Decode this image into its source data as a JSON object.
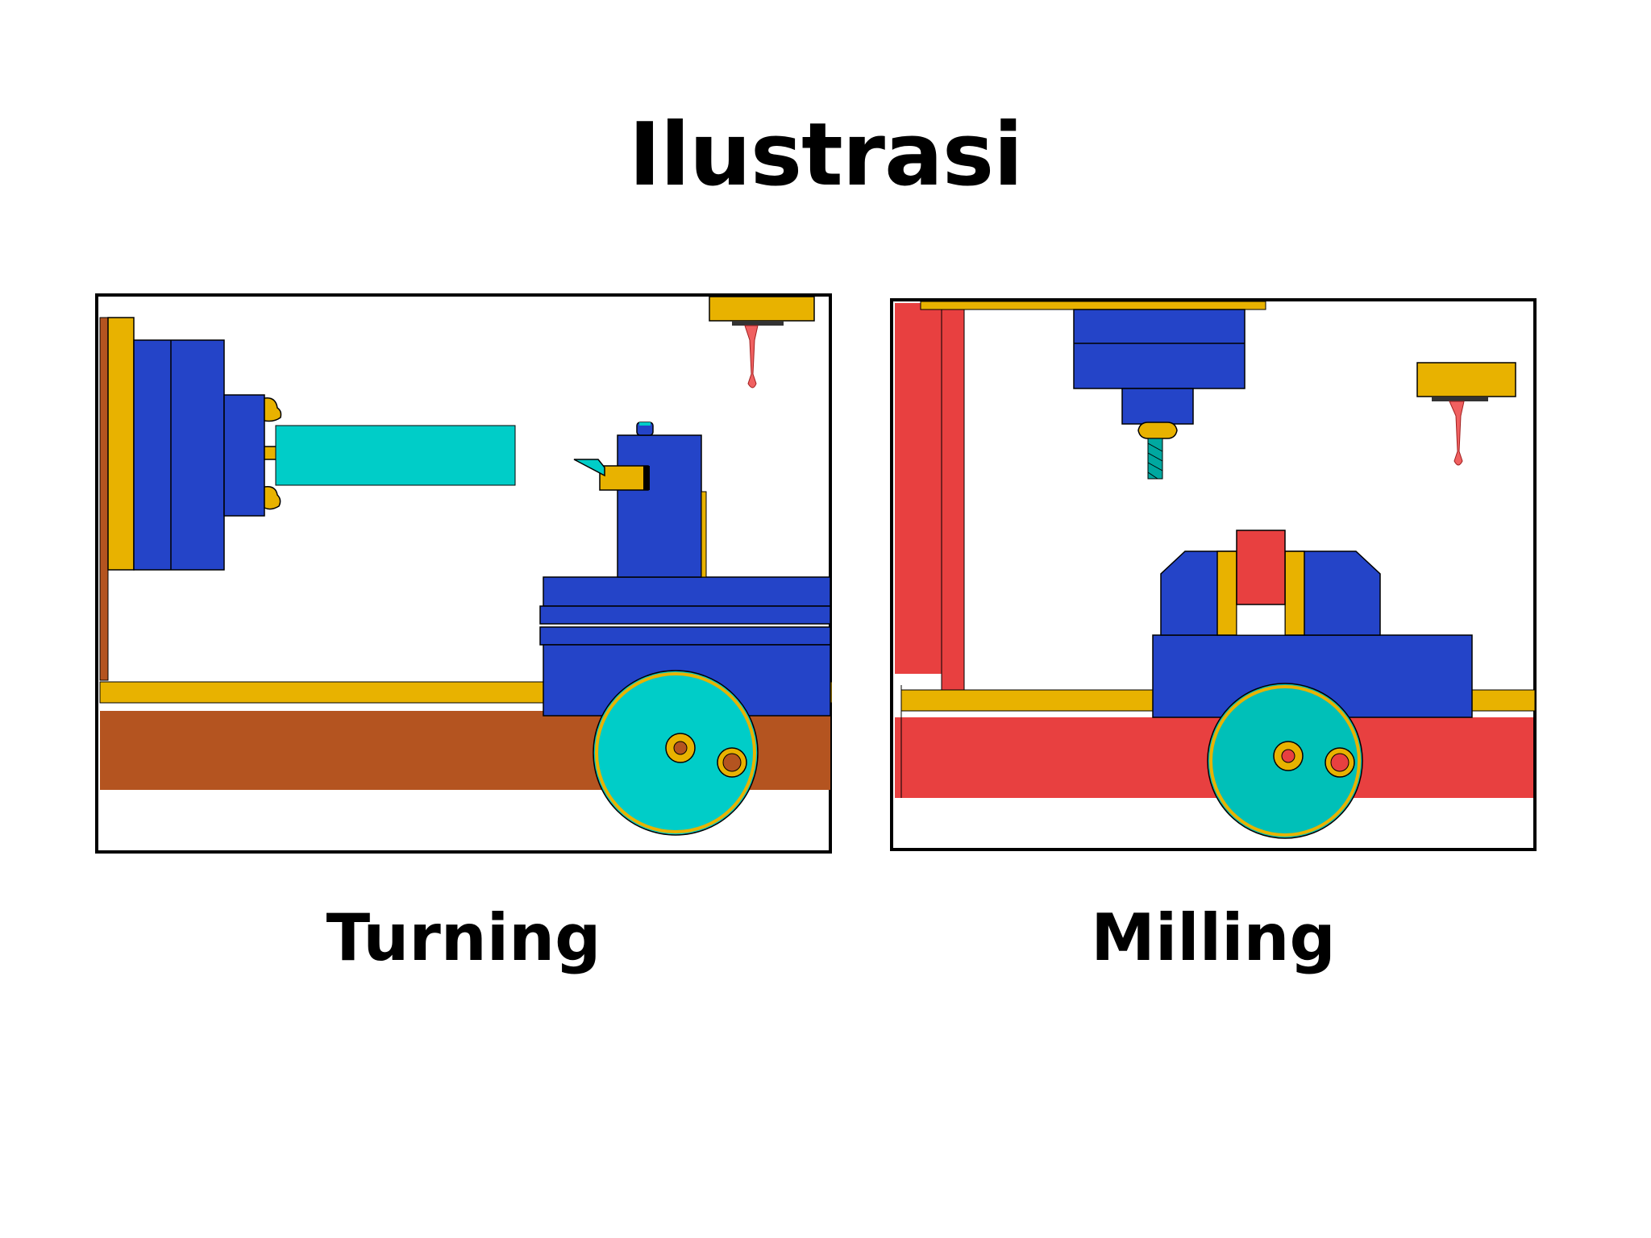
{
  "title": "Ilustrasi",
  "panels": [
    {
      "id": "turning",
      "caption": "Turning"
    },
    {
      "id": "milling",
      "caption": "Milling"
    }
  ],
  "colors": {
    "blue": "#2444c8",
    "cyan": "#00cdc8",
    "gold": "#e8b200",
    "brown": "#b45420",
    "red": "#e84040",
    "pink": "#f06060",
    "outline": "#000000"
  }
}
